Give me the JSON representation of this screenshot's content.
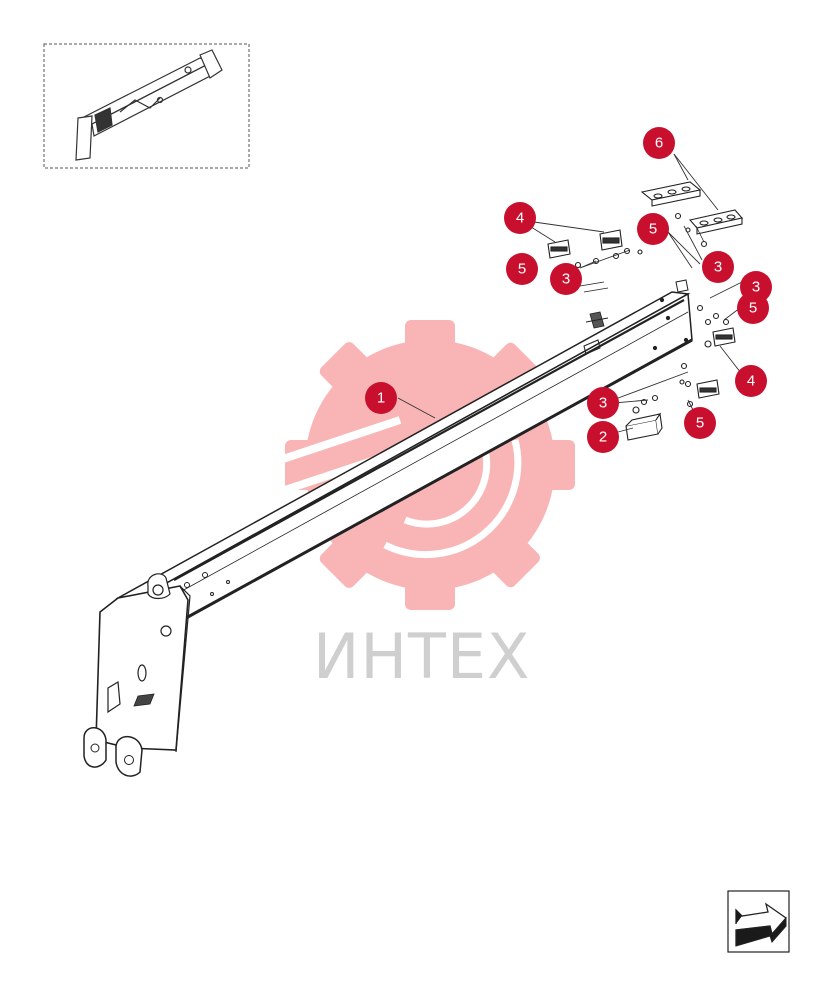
{
  "diagram": {
    "watermark": {
      "text": "ИНТЕХ",
      "color": "#f25c5c"
    },
    "callout_color": "#c8102e",
    "callouts": [
      {
        "id": "c1",
        "label": "1"
      },
      {
        "id": "c2",
        "label": "2"
      },
      {
        "id": "c3a",
        "label": "3"
      },
      {
        "id": "c3b",
        "label": "3"
      },
      {
        "id": "c3c",
        "label": "3"
      },
      {
        "id": "c3d",
        "label": "3"
      },
      {
        "id": "c4a",
        "label": "4"
      },
      {
        "id": "c4b",
        "label": "4"
      },
      {
        "id": "c5a",
        "label": "5"
      },
      {
        "id": "c5b",
        "label": "5"
      },
      {
        "id": "c5c",
        "label": "5"
      },
      {
        "id": "c5d",
        "label": "5"
      },
      {
        "id": "c6",
        "label": "6"
      }
    ]
  },
  "navigation": {
    "icon": "next-page-arrow-icon"
  }
}
